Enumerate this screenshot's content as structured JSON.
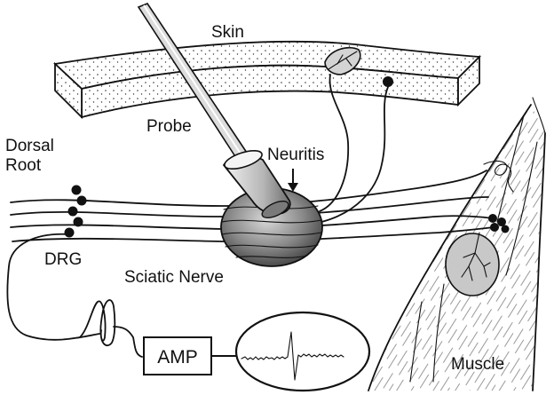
{
  "labels": {
    "skin": "Skin",
    "probe": "Probe",
    "neuritis": "Neuritis",
    "dorsal": "Dorsal",
    "root": "Root",
    "drg": "DRG",
    "sciatic_nerve": "Sciatic Nerve",
    "amp": "AMP",
    "muscle": "Muscle"
  }
}
